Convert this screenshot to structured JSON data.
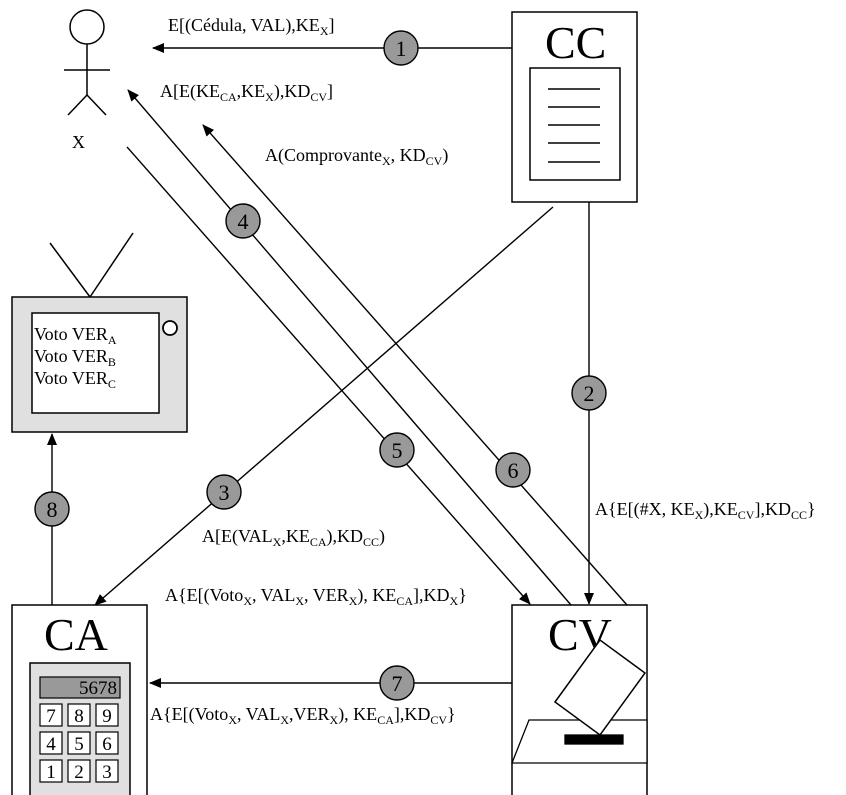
{
  "nodes": {
    "voter": "X",
    "cc": "CC",
    "ca": "CA",
    "cv": "CV"
  },
  "tv": {
    "lines": [
      {
        "text": "Voto VER",
        "sub": "A"
      },
      {
        "text": "Voto VER",
        "sub": "B"
      },
      {
        "text": "Voto VER",
        "sub": "C"
      }
    ]
  },
  "calculator": {
    "display": "5678",
    "keys": [
      "7",
      "8",
      "9",
      "4",
      "5",
      "6",
      "1",
      "2",
      "3"
    ]
  },
  "steps": [
    "1",
    "2",
    "3",
    "4",
    "5",
    "6",
    "7",
    "8"
  ],
  "messages": {
    "m1": [
      {
        "t": "E[(Cédula, VAL),KE"
      },
      {
        "t": "X",
        "sub": true
      },
      {
        "t": "]"
      }
    ],
    "m4": [
      {
        "t": "A[E(KE"
      },
      {
        "t": "CA",
        "sub": true
      },
      {
        "t": ",KE"
      },
      {
        "t": "X",
        "sub": true
      },
      {
        "t": "),KD"
      },
      {
        "t": "CV",
        "sub": true
      },
      {
        "t": "]"
      }
    ],
    "m6": [
      {
        "t": "A(Comprovante"
      },
      {
        "t": "X",
        "sub": true
      },
      {
        "t": ", KD"
      },
      {
        "t": "CV",
        "sub": true
      },
      {
        "t": ")"
      }
    ],
    "m2": [
      {
        "t": "A{E[(#X, KE"
      },
      {
        "t": "X",
        "sub": true
      },
      {
        "t": "),KE"
      },
      {
        "t": "CV",
        "sub": true
      },
      {
        "t": "],KD"
      },
      {
        "t": "CC",
        "sub": true
      },
      {
        "t": "}"
      }
    ],
    "m3": [
      {
        "t": "A[E(VAL"
      },
      {
        "t": "X",
        "sub": true
      },
      {
        "t": ",KE"
      },
      {
        "t": "CA",
        "sub": true
      },
      {
        "t": "),KD"
      },
      {
        "t": "CC",
        "sub": true
      },
      {
        "t": ")"
      }
    ],
    "m5": [
      {
        "t": "A{E[(Voto"
      },
      {
        "t": "X",
        "sub": true
      },
      {
        "t": ", VAL"
      },
      {
        "t": "X",
        "sub": true
      },
      {
        "t": ", VER"
      },
      {
        "t": "X",
        "sub": true
      },
      {
        "t": "), KE"
      },
      {
        "t": "CA",
        "sub": true
      },
      {
        "t": "],KD"
      },
      {
        "t": "X",
        "sub": true
      },
      {
        "t": "}"
      }
    ],
    "m7": [
      {
        "t": "A{E[(Voto"
      },
      {
        "t": "X",
        "sub": true
      },
      {
        "t": ", VAL"
      },
      {
        "t": "X",
        "sub": true
      },
      {
        "t": ",VER"
      },
      {
        "t": "X",
        "sub": true
      },
      {
        "t": "), KE"
      },
      {
        "t": "CA",
        "sub": true
      },
      {
        "t": "],KD"
      },
      {
        "t": "CV",
        "sub": true
      },
      {
        "t": "}"
      }
    ]
  },
  "colors": {
    "line": "#000000",
    "circle_fill": "#999999",
    "tv_fill": "#e0e0e0",
    "display_fill": "#999999"
  }
}
